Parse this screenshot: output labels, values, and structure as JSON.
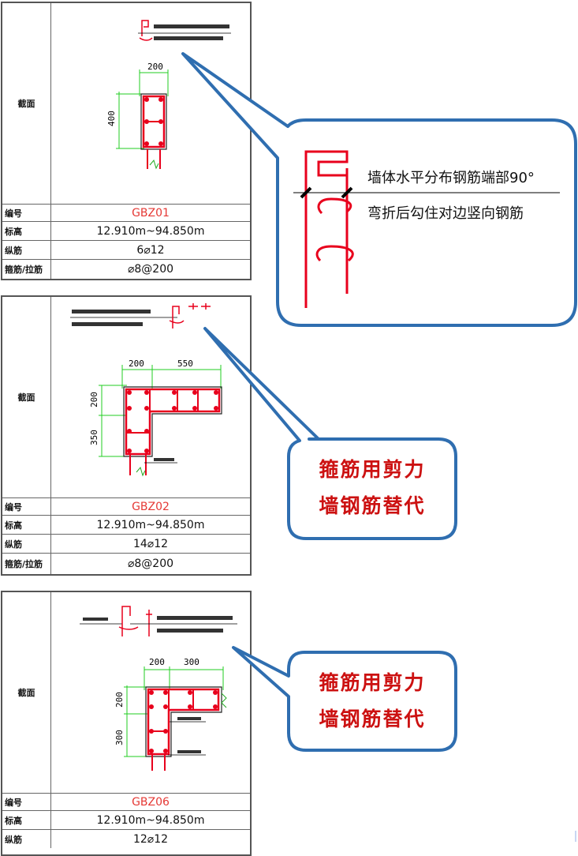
{
  "labels": {
    "section": "截面",
    "id": "编号",
    "elevation": "标高",
    "longitudinal": "纵筋",
    "stirrup": "箍筋/拉筋"
  },
  "columns": [
    {
      "id": "GBZ01",
      "elevation": "12.910m~94.850m",
      "longitudinal": "6⌀12",
      "stirrup": "⌀8@200",
      "dims": {
        "width": "200",
        "height": "400"
      }
    },
    {
      "id": "GBZ02",
      "elevation": "12.910m~94.850m",
      "longitudinal": "14⌀12",
      "stirrup": "⌀8@200",
      "dims": {
        "w1": "200",
        "w2": "550",
        "h1": "200",
        "h2": "350"
      }
    },
    {
      "id": "GBZ06",
      "elevation": "12.910m~94.850m",
      "longitudinal": "12⌀12",
      "dims": {
        "w1": "200",
        "w2": "300",
        "h1": "200",
        "h2": "300"
      }
    }
  ],
  "callouts": {
    "rebar_line1": "墙体水平分布钢筋端部90°",
    "rebar_line2": "弯折后勾住对边竖向钢筋",
    "stirrup_note_line1": "箍筋用剪力",
    "stirrup_note_line2": "墙钢筋替代"
  },
  "colors": {
    "rebar": "#e8001c",
    "dimension": "#22cc22",
    "callout_border": "#2f6eb0",
    "red_text": "#cc1111"
  }
}
